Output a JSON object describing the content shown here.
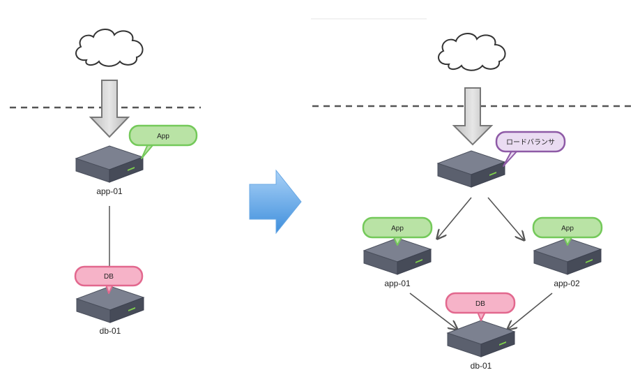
{
  "before": {
    "app_server": {
      "label": "app-01"
    },
    "db_server": {
      "label": "db-01"
    },
    "app_tag": "App",
    "db_tag": "DB"
  },
  "after": {
    "lb_tag": "ロードバランサ",
    "app1": {
      "label": "app-01",
      "tag": "App"
    },
    "app2": {
      "label": "app-02",
      "tag": "App"
    },
    "db": {
      "label": "db-01",
      "tag": "DB"
    }
  },
  "colors": {
    "app_fill": "#b9e3a5",
    "app_stroke": "#74c95a",
    "db_fill": "#f6b3c8",
    "db_stroke": "#e2688e",
    "lb_fill": "#eadcf2",
    "lb_stroke": "#8e5aa6",
    "transition_arrow": "#5a9fe0",
    "server_top": "#7c8190",
    "server_side": "#4b5060"
  },
  "icons": {
    "internet": "cloud-icon",
    "server": "server-icon",
    "transition": "right-arrow-icon"
  }
}
